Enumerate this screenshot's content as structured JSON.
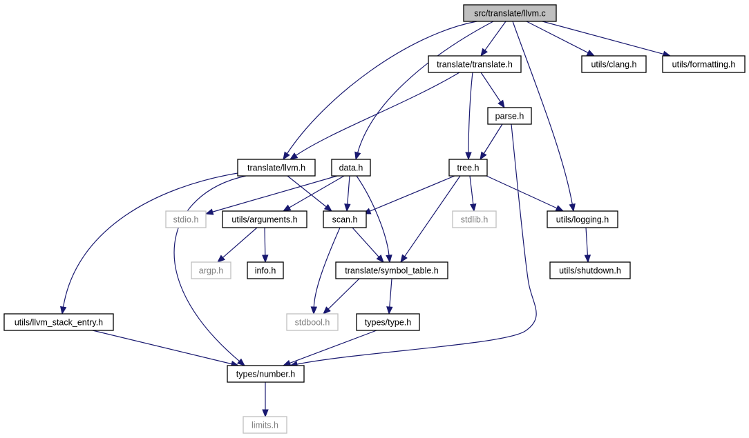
{
  "graph": {
    "root": "src/translate/llvm.c",
    "colors": {
      "edge": "#191970",
      "root_fill": "#bfbfbf",
      "node_border": "#000000",
      "system_border": "#bfbfbf",
      "system_text": "#7f7f7f"
    },
    "nodes": [
      {
        "id": "llvm_c",
        "label": "src/translate/llvm.c",
        "kind": "root"
      },
      {
        "id": "translate_h",
        "label": "translate/translate.h",
        "kind": "local"
      },
      {
        "id": "clang_h",
        "label": "utils/clang.h",
        "kind": "local"
      },
      {
        "id": "formatting_h",
        "label": "utils/formatting.h",
        "kind": "local"
      },
      {
        "id": "parse_h",
        "label": "parse.h",
        "kind": "local"
      },
      {
        "id": "translate_llvm_h",
        "label": "translate/llvm.h",
        "kind": "local"
      },
      {
        "id": "data_h",
        "label": "data.h",
        "kind": "local"
      },
      {
        "id": "tree_h",
        "label": "tree.h",
        "kind": "local"
      },
      {
        "id": "stdio_h",
        "label": "stdio.h",
        "kind": "system"
      },
      {
        "id": "arguments_h",
        "label": "utils/arguments.h",
        "kind": "local"
      },
      {
        "id": "scan_h",
        "label": "scan.h",
        "kind": "local"
      },
      {
        "id": "stdlib_h",
        "label": "stdlib.h",
        "kind": "system"
      },
      {
        "id": "logging_h",
        "label": "utils/logging.h",
        "kind": "local"
      },
      {
        "id": "argp_h",
        "label": "argp.h",
        "kind": "system"
      },
      {
        "id": "info_h",
        "label": "info.h",
        "kind": "local"
      },
      {
        "id": "symbol_table_h",
        "label": "translate/symbol_table.h",
        "kind": "local"
      },
      {
        "id": "shutdown_h",
        "label": "utils/shutdown.h",
        "kind": "local"
      },
      {
        "id": "llvm_stack_entry_h",
        "label": "utils/llvm_stack_entry.h",
        "kind": "local"
      },
      {
        "id": "stdbool_h",
        "label": "stdbool.h",
        "kind": "system"
      },
      {
        "id": "type_h",
        "label": "types/type.h",
        "kind": "local"
      },
      {
        "id": "number_h",
        "label": "types/number.h",
        "kind": "local"
      },
      {
        "id": "limits_h",
        "label": "limits.h",
        "kind": "system"
      }
    ],
    "edges": [
      {
        "from": "llvm_c",
        "to": "translate_h"
      },
      {
        "from": "llvm_c",
        "to": "clang_h"
      },
      {
        "from": "llvm_c",
        "to": "formatting_h"
      },
      {
        "from": "llvm_c",
        "to": "translate_llvm_h"
      },
      {
        "from": "llvm_c",
        "to": "data_h"
      },
      {
        "from": "llvm_c",
        "to": "logging_h"
      },
      {
        "from": "translate_h",
        "to": "translate_llvm_h"
      },
      {
        "from": "translate_h",
        "to": "parse_h"
      },
      {
        "from": "translate_h",
        "to": "tree_h"
      },
      {
        "from": "parse_h",
        "to": "tree_h"
      },
      {
        "from": "parse_h",
        "to": "number_h"
      },
      {
        "from": "translate_llvm_h",
        "to": "scan_h"
      },
      {
        "from": "translate_llvm_h",
        "to": "llvm_stack_entry_h"
      },
      {
        "from": "translate_llvm_h",
        "to": "number_h"
      },
      {
        "from": "data_h",
        "to": "stdio_h"
      },
      {
        "from": "data_h",
        "to": "arguments_h"
      },
      {
        "from": "data_h",
        "to": "scan_h"
      },
      {
        "from": "data_h",
        "to": "symbol_table_h"
      },
      {
        "from": "tree_h",
        "to": "scan_h"
      },
      {
        "from": "tree_h",
        "to": "stdlib_h"
      },
      {
        "from": "tree_h",
        "to": "logging_h"
      },
      {
        "from": "tree_h",
        "to": "symbol_table_h"
      },
      {
        "from": "arguments_h",
        "to": "argp_h"
      },
      {
        "from": "arguments_h",
        "to": "info_h"
      },
      {
        "from": "scan_h",
        "to": "symbol_table_h"
      },
      {
        "from": "scan_h",
        "to": "stdbool_h"
      },
      {
        "from": "logging_h",
        "to": "shutdown_h"
      },
      {
        "from": "symbol_table_h",
        "to": "stdbool_h"
      },
      {
        "from": "symbol_table_h",
        "to": "type_h"
      },
      {
        "from": "type_h",
        "to": "number_h"
      },
      {
        "from": "llvm_stack_entry_h",
        "to": "number_h"
      },
      {
        "from": "number_h",
        "to": "limits_h"
      }
    ]
  }
}
